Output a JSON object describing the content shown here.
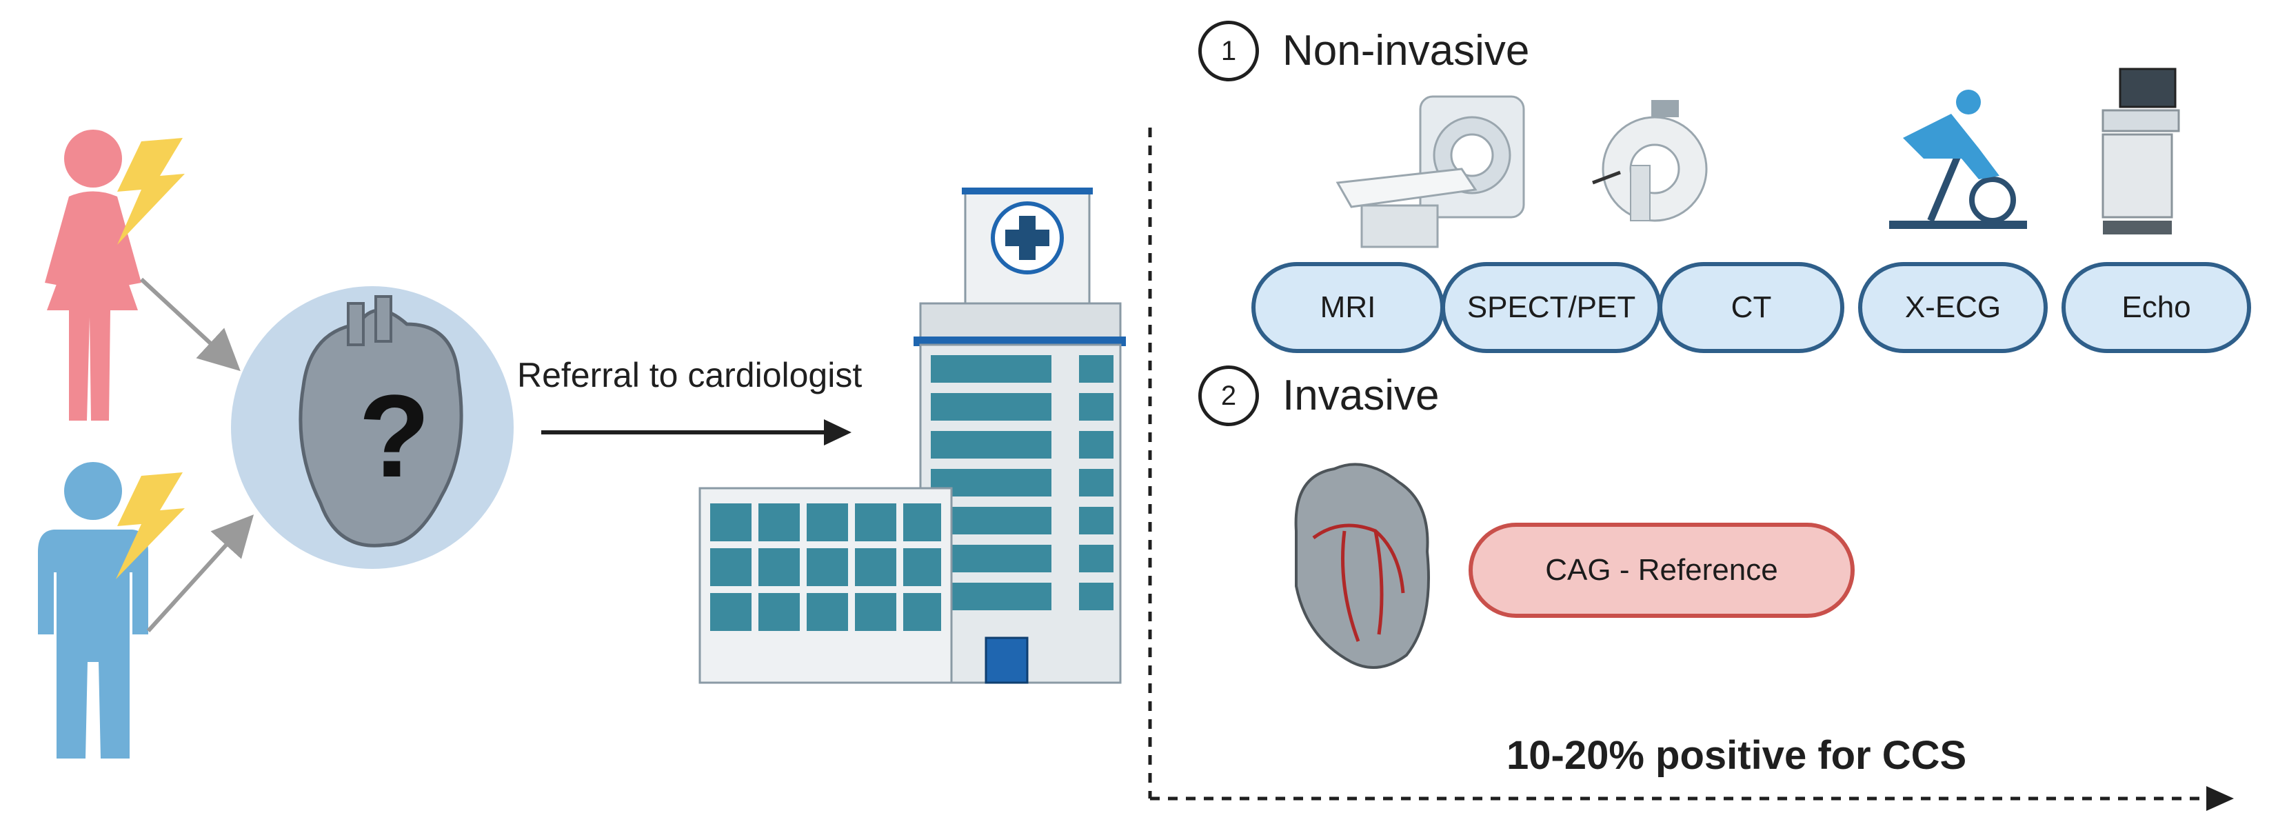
{
  "referral_label": "Referral to cardiologist",
  "unknown_mark": "?",
  "non_invasive": {
    "number": "1",
    "title": "Non-invasive",
    "modalities": [
      "MRI",
      "SPECT/PET",
      "CT",
      "X-ECG",
      "Echo"
    ]
  },
  "invasive": {
    "number": "2",
    "title": "Invasive",
    "reference": "CAG - Reference"
  },
  "outcome": "10-20% positive for CCS",
  "colors": {
    "female": "#f18a92",
    "male": "#6fafd8",
    "lightning": "#f7d154",
    "heart_circle": "#c5d8ea",
    "pill_fill": "#d6e8f7",
    "pill_border": "#2f5f8a",
    "reference_fill": "#f4c7c5",
    "reference_border": "#c9504b",
    "building_teal": "#3b8a9e",
    "building_blue": "#1f66b0"
  },
  "icons": [
    "female-patient-icon",
    "male-patient-icon",
    "chest-pain-lightning-icon",
    "heart-question-icon",
    "hospital-building-icon",
    "hospital-cross-icon",
    "mri-scanner-icon",
    "ct-scanner-icon",
    "exercise-bike-icon",
    "ultrasound-machine-icon",
    "coronary-heart-icon"
  ]
}
